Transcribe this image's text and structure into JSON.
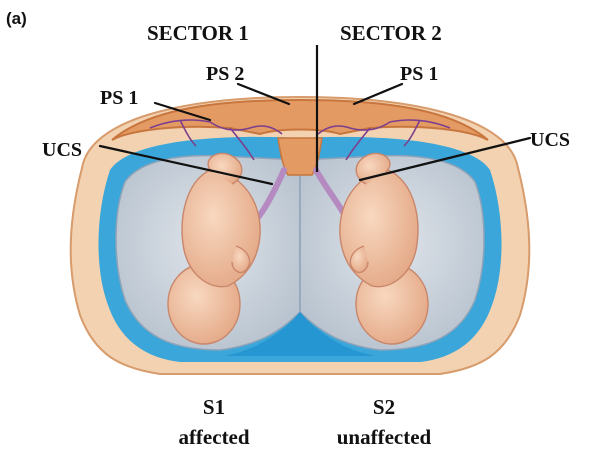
{
  "figure": {
    "panel_label": "(a)",
    "labels": {
      "sector1": "SECTOR 1",
      "sector2": "SECTOR 2",
      "ps2_left": "PS 2",
      "ps1_left": "PS 1",
      "ps1_right": "PS 1",
      "ucs_left": "UCS",
      "ucs_right": "UCS",
      "s1": "S1",
      "s1_status": "affected",
      "s2": "S2",
      "s2_status": "unaffected"
    },
    "colors": {
      "placenta": "#e39a63",
      "placenta_edge": "#c8763e",
      "uterine_wall": "#f2d2b0",
      "amnion_blue": "#3aa6da",
      "amniotic_fluid": "#c9d2dc",
      "fetus": "#f0c2a0",
      "fetus_shade": "#d99a78",
      "cord": "#b58ac0",
      "vessels": "#7c3f8e",
      "divider": "#111111"
    }
  }
}
